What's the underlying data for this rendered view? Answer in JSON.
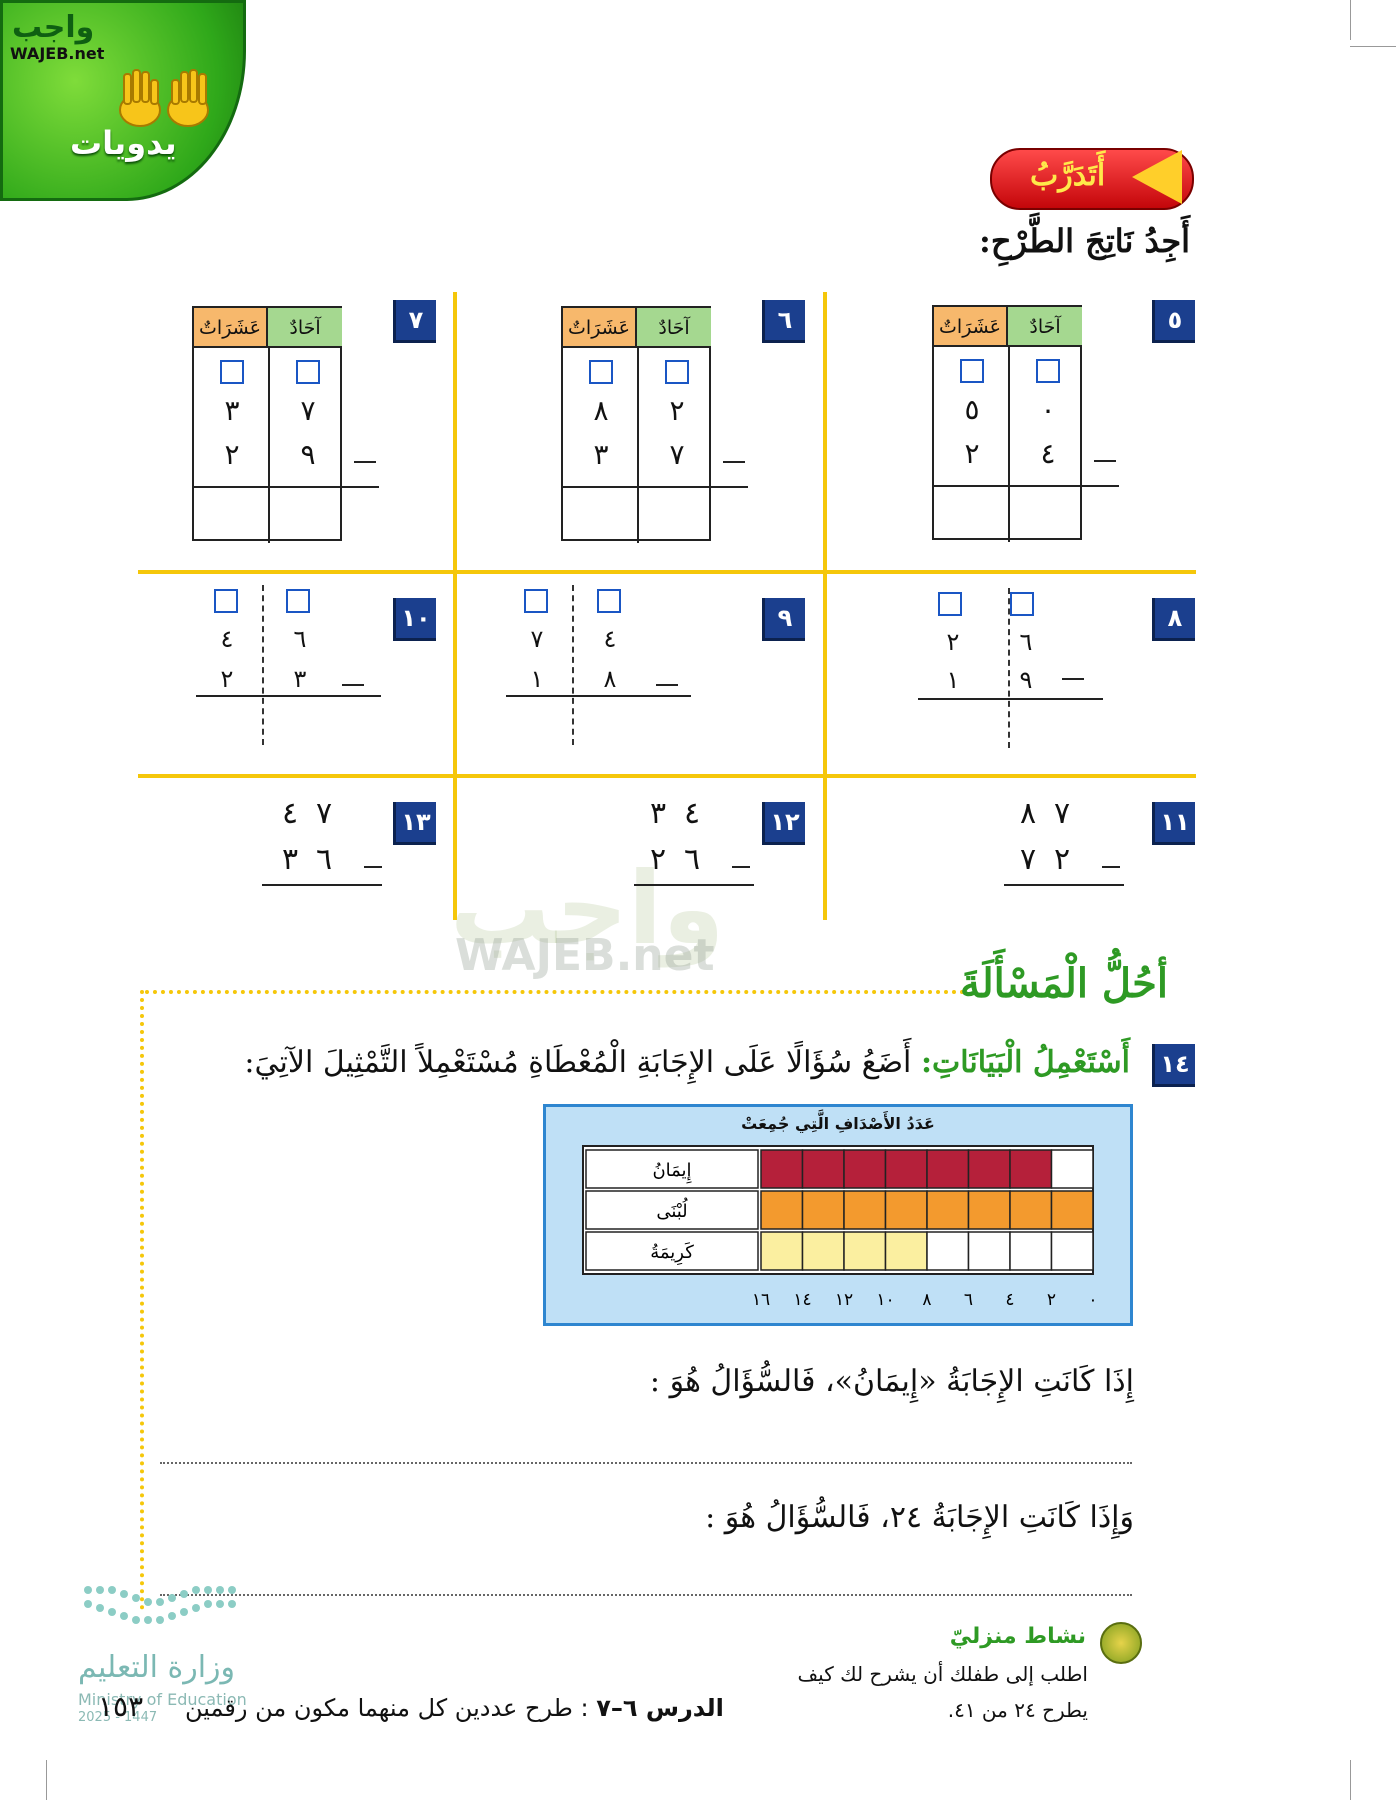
{
  "logo": {
    "text": "واجب",
    "net": "WAJEB.net"
  },
  "badge": {
    "title": "يدويات"
  },
  "practice": {
    "label": "أَتَدَرَّبُ"
  },
  "instruction": "أَجِدُ نَاتِجَ الطَّرْحِ:",
  "pv_headers": {
    "ones": "آحَادٌ",
    "tens": "عَشَرَاتٌ"
  },
  "problems_pv": [
    {
      "num": "٥",
      "tens": [
        "٥",
        "٢"
      ],
      "ones": [
        "٠",
        "٤"
      ]
    },
    {
      "num": "٦",
      "tens": [
        "٨",
        "٣"
      ],
      "ones": [
        "٢",
        "٧"
      ]
    },
    {
      "num": "٧",
      "tens": [
        "٣",
        "٢"
      ],
      "ones": [
        "٧",
        "٩"
      ]
    }
  ],
  "problems_dashed": [
    {
      "num": "٨",
      "tens": [
        "٢",
        "١"
      ],
      "ones": [
        "٦",
        "٩"
      ]
    },
    {
      "num": "٩",
      "tens": [
        "٧",
        "١"
      ],
      "ones": [
        "٤",
        "٨"
      ]
    },
    {
      "num": "١٠",
      "tens": [
        "٤",
        "٢"
      ],
      "ones": [
        "٦",
        "٣"
      ]
    }
  ],
  "problems_plain": [
    {
      "num": "١١",
      "top": [
        "٨",
        "٧"
      ],
      "bottom": [
        "٧",
        "٢"
      ]
    },
    {
      "num": "١٢",
      "top": [
        "٣",
        "٤"
      ],
      "bottom": [
        "٢",
        "٦"
      ]
    },
    {
      "num": "١٣",
      "top": [
        "٤",
        "٧"
      ],
      "bottom": [
        "٣",
        "٦"
      ]
    }
  ],
  "solve": {
    "title": "أحُلُّ الْمَسْأَلَةَ"
  },
  "q14": {
    "num": "١٤",
    "prefix": "أَسْتَعْمِلُ الْبَيَانَاتِ:",
    "text": "أَضَعُ سُؤَالًا عَلَى الإِجَابَةِ الْمُعْطَاةِ مُسْتَعْمِلاً التَّمْثِيلَ الآتِيَ:"
  },
  "chart_data": {
    "type": "bar",
    "title": "عَدَدُ الأَصْدَافِ الَّتِي جُمِعَتْ",
    "categories": [
      "إِيمَانُ",
      "لُبْنَى",
      "كَرِيمَةُ"
    ],
    "values": [
      14,
      16,
      8
    ],
    "colors": [
      "#b5203a",
      "#f39a2e",
      "#fbefa0"
    ],
    "x_ticks": [
      "٠",
      "٢",
      "٤",
      "٦",
      "٨",
      "١٠",
      "١٢",
      "١٤",
      "١٦"
    ],
    "xlim": [
      0,
      16
    ]
  },
  "answers": [
    {
      "text": "إِذَا كَانَتِ الإِجَابَةُ «إِيمَانُ»، فَالسُّؤَالُ هُوَ :"
    },
    {
      "text": "وَإِذَا كَانَتِ الإِجَابَةُ ٢٤، فَالسُّؤَالُ هُوَ :"
    }
  ],
  "home": {
    "title": "نشاط منزليّ",
    "line1": "اطلب إلى طفلك أن يشرح لك كيف",
    "line2": "يطرح ٢٤ من ٤١."
  },
  "footer": {
    "lesson_label": "الدرس ٦–٧",
    "lesson_title": ": طرح عددين كل منهما مكون من رقمين",
    "page": "١٥٣"
  },
  "ministry": {
    "ar": "وزارة التعليم",
    "en": "Ministry of Education",
    "year": "2025 - 1447"
  },
  "watermark": {
    "ar": "واجب",
    "net": "WAJEB.net"
  }
}
